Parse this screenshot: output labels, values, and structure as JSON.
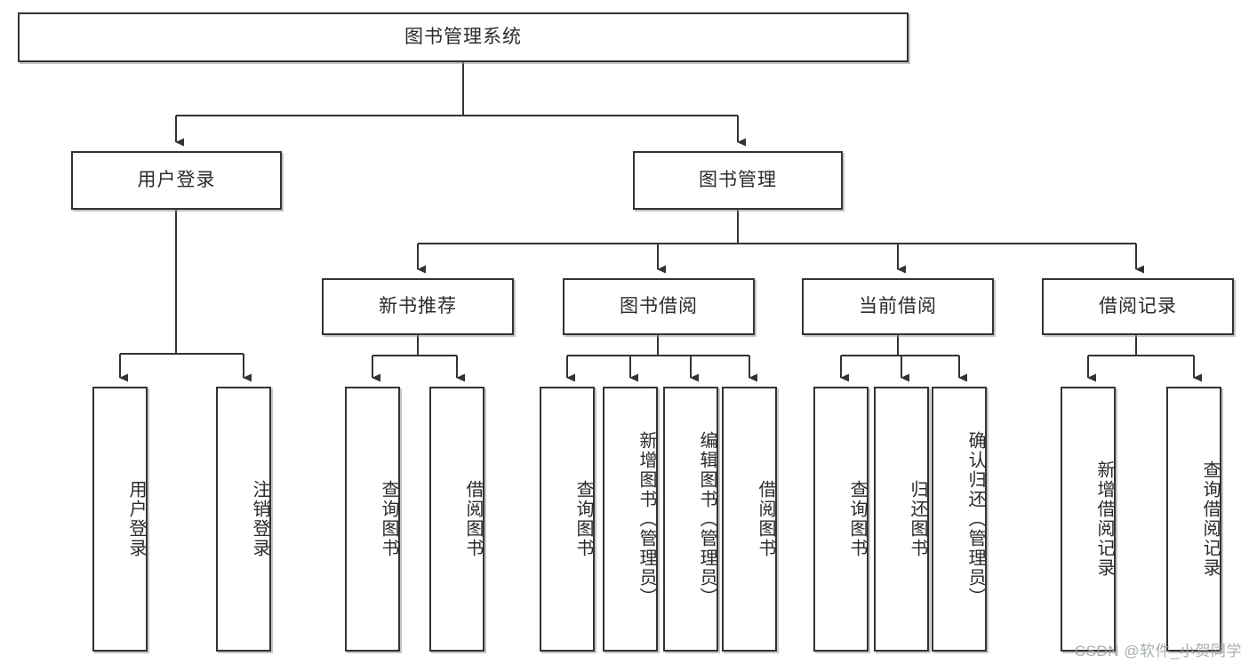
{
  "diagram": {
    "type": "tree",
    "title": "图书管理系统",
    "colors": {
      "border": "#333333",
      "fill": "#ffffff",
      "text": "#2b2b2b",
      "connector": "#333333",
      "watermark": "#9aa0a6"
    },
    "root": {
      "label": "图书管理系统"
    },
    "level1": [
      {
        "label": "用户登录"
      },
      {
        "label": "图书管理"
      }
    ],
    "level2": [
      {
        "label": "新书推荐"
      },
      {
        "label": "图书借阅"
      },
      {
        "label": "当前借阅"
      },
      {
        "label": "借阅记录"
      }
    ],
    "leaves": {
      "user_login": [
        {
          "label": "用户登录"
        },
        {
          "label": "注销登录"
        }
      ],
      "new_book_recommend": [
        {
          "label": "查询图书"
        },
        {
          "label": "借阅图书"
        }
      ],
      "book_borrow": [
        {
          "label": "查询图书"
        },
        {
          "label": "新增图书（管理员）"
        },
        {
          "label": "编辑图书（管理员）"
        },
        {
          "label": "借阅图书"
        }
      ],
      "current_borrow": [
        {
          "label": "查询图书"
        },
        {
          "label": "归还图书"
        },
        {
          "label": "确认归还（管理员）"
        }
      ],
      "borrow_record": [
        {
          "label": "新增借阅记录"
        },
        {
          "label": "查询借阅记录"
        }
      ]
    }
  },
  "watermark": {
    "text": "CSDN @软件_小贺同学"
  }
}
